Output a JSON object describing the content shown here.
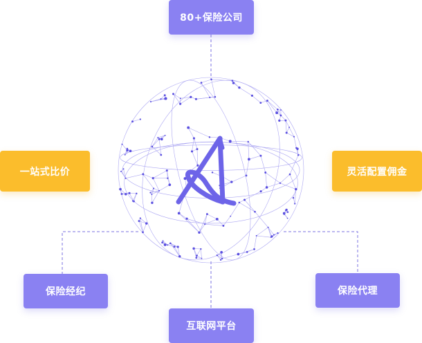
{
  "nodes": {
    "top": "80+保险公司",
    "left": "一站式比价",
    "right": "灵活配置佣金",
    "bottom_left": "保险经纪",
    "bottom": "互联网平台",
    "bottom_right": "保险代理"
  },
  "colors": {
    "purple": "#8a81f2",
    "orange": "#fbbd2c",
    "sphere_line": "#8e87ee",
    "sphere_dot": "#5a4fe0",
    "logo": "#6d64e8",
    "connector": "#7a71e0"
  },
  "icons": {
    "center_logo": "stylized-A-logo-icon",
    "sphere": "network-globe-icon"
  }
}
